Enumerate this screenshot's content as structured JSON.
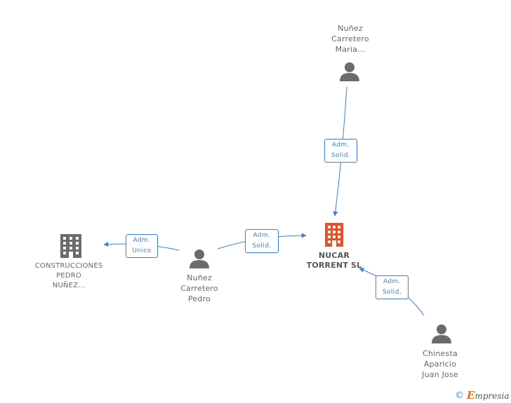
{
  "nodes": {
    "nunez_maria": {
      "lines": [
        "Nuñez",
        "Carretero",
        "Maria..."
      ]
    },
    "nunez_pedro": {
      "lines": [
        "Nuñez",
        "Carretero",
        "Pedro"
      ]
    },
    "construcciones": {
      "lines": [
        "CONSTRUCCIONES",
        "PEDRO",
        "NUÑEZ..."
      ]
    },
    "nucar": {
      "lines": [
        "NUCAR",
        "TORRENT SL"
      ]
    },
    "chinesta": {
      "lines": [
        "Chinesta",
        "Aparicio",
        "Juan Jose"
      ]
    }
  },
  "edges": {
    "maria_to_nucar": {
      "lines": [
        "Adm.",
        "Solid."
      ]
    },
    "pedro_to_construcciones": {
      "lines": [
        "Adm.",
        "Unico"
      ]
    },
    "pedro_to_nucar": {
      "lines": [
        "Adm.",
        "Solid."
      ]
    },
    "chinesta_to_nucar": {
      "lines": [
        "Adm.",
        "Solid."
      ]
    }
  },
  "footer": {
    "copyright": "©",
    "brand_initial": "E",
    "brand_rest": "mpresia"
  },
  "colors": {
    "edge": "#3d7fd8",
    "person": "#6b6b6b",
    "company": "#6b6b6b",
    "main_company": "#e8502a"
  }
}
